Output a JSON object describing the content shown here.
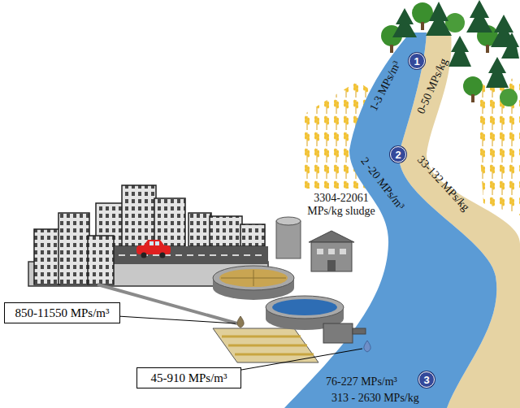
{
  "diagram": {
    "nodes": [
      {
        "text": [
          "1"
        ]
      },
      {
        "text": [
          "2"
        ]
      },
      {
        "text": [
          "850-11550 MPs/m³"
        ]
      },
      {
        "text": [
          "45-910 MPs/m³"
        ]
      },
      {
        "text": [
          "3"
        ]
      }
    ],
    "labels": [
      "1-3 MPs/m³",
      "0-50 MPs/kg",
      "2 -20 MPs/m³",
      "33-132 MPs/kg",
      "3304-22061 MPs/kg sludge",
      "76-227 MPs/m³",
      "313 - 2630 MPs/kg"
    ]
  }
}
